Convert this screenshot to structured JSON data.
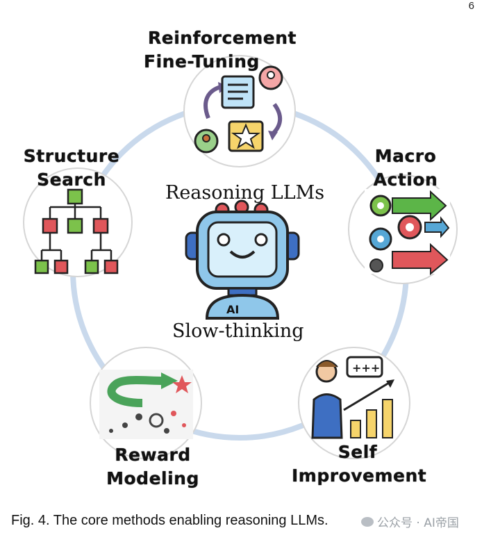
{
  "page_number": "6",
  "center": {
    "title": "Reasoning LLMs",
    "subtitle": "Slow-thinking",
    "robot_chest_text": "AI"
  },
  "nodes": {
    "rft": {
      "line1": "Reinforcement",
      "line2": "Fine-Tuning",
      "icon": "feedback-loop-icon"
    },
    "macro": {
      "line1": "Macro",
      "line2": "Action",
      "icon": "gears-arrows-icon"
    },
    "self": {
      "line1": "Self",
      "line2": "Improvement",
      "icon": "growth-chart-icon"
    },
    "reward": {
      "line1": "Reward",
      "line2": "Modeling",
      "icon": "star-path-icon"
    },
    "structure": {
      "line1": "Structure",
      "line2": "Search",
      "icon": "decision-tree-icon"
    }
  },
  "caption": "Fig. 4. The core methods enabling reasoning LLMs.",
  "watermark": "公众号 · AI帝国",
  "colors": {
    "ring": "#c9d9ec",
    "node_border": "#d5d5d5",
    "robot_screen": "#bfe3f7",
    "green": "#7cc24b",
    "red": "#e0575b"
  }
}
